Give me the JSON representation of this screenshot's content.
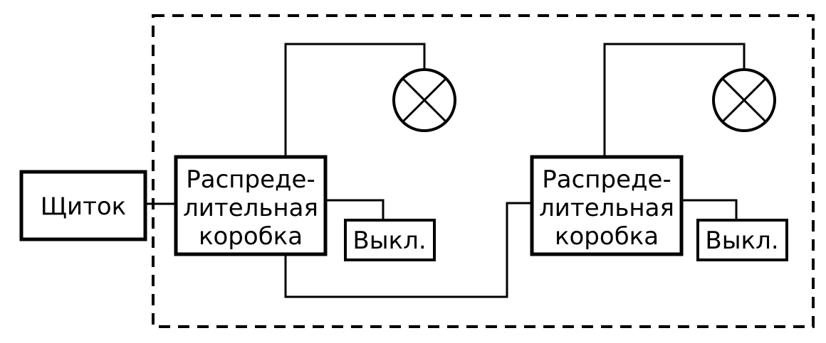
{
  "panel": {
    "label": "Щиток"
  },
  "junction_boxes": [
    {
      "lines": [
        "Распреде-",
        "лительная",
        "коробка"
      ]
    },
    {
      "lines": [
        "Распреде-",
        "лительная",
        "коробка"
      ]
    }
  ],
  "switches": [
    {
      "label": "Выкл."
    },
    {
      "label": "Выкл."
    }
  ],
  "lamps": [
    {
      "icon": "lamp-icon"
    },
    {
      "icon": "lamp-icon"
    }
  ]
}
